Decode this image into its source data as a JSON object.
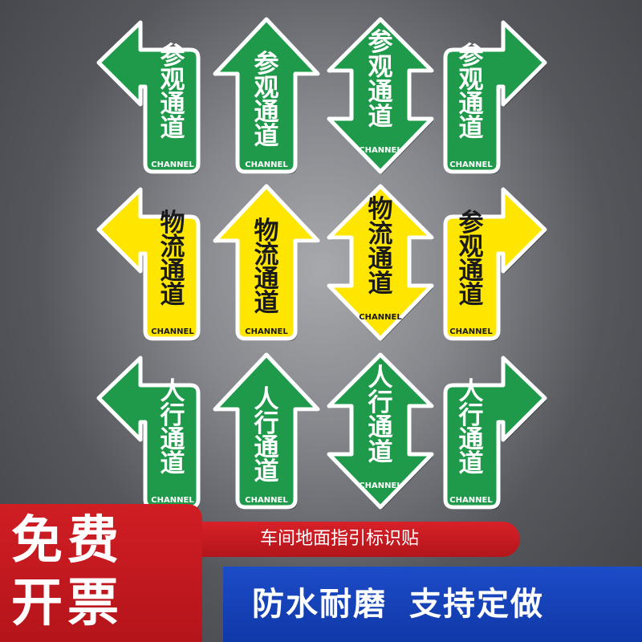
{
  "colors": {
    "green_fill": "#1e9a4a",
    "green_border": "#ffffff",
    "green_text": "#ffffff",
    "yellow_fill": "#ffe600",
    "yellow_border": "#ffffff",
    "yellow_text": "#1a1a1a",
    "badge_red": "#cf1e24",
    "bar_red": "#d82128",
    "bar_blue": "#1d4cc8"
  },
  "signs": [
    {
      "shape": "left-arrow",
      "color": "green",
      "chars": [
        "参",
        "观",
        "通",
        "道"
      ],
      "english": "CHANNEL"
    },
    {
      "shape": "up-arrow",
      "color": "green",
      "chars": [
        "参",
        "观",
        "通",
        "道"
      ],
      "english": "CHANNEL"
    },
    {
      "shape": "double-arrow",
      "color": "green",
      "chars": [
        "参",
        "观",
        "通",
        "道"
      ],
      "english": "CHANNEL"
    },
    {
      "shape": "right-arrow",
      "color": "green",
      "chars": [
        "参",
        "观",
        "通",
        "道"
      ],
      "english": "CHANNEL"
    },
    {
      "shape": "left-arrow",
      "color": "yellow",
      "chars": [
        "物",
        "流",
        "通",
        "道"
      ],
      "english": "CHANNEL"
    },
    {
      "shape": "up-arrow",
      "color": "yellow",
      "chars": [
        "物",
        "流",
        "通",
        "道"
      ],
      "english": "CHANNEL"
    },
    {
      "shape": "double-arrow",
      "color": "yellow",
      "chars": [
        "物",
        "流",
        "通",
        "道"
      ],
      "english": "CHANNEL"
    },
    {
      "shape": "right-arrow",
      "color": "yellow",
      "chars": [
        "参",
        "观",
        "通",
        "道"
      ],
      "english": "CHANNEL"
    },
    {
      "shape": "left-arrow",
      "color": "green",
      "chars": [
        "人",
        "行",
        "通",
        "道"
      ],
      "english": "CHANNEL"
    },
    {
      "shape": "up-arrow",
      "color": "green",
      "chars": [
        "人",
        "行",
        "通",
        "道"
      ],
      "english": "CHANNEL"
    },
    {
      "shape": "double-arrow",
      "color": "green",
      "chars": [
        "人",
        "行",
        "通",
        "道"
      ],
      "english": "CHANNEL"
    },
    {
      "shape": "right-arrow",
      "color": "green",
      "chars": [
        "人",
        "行",
        "通",
        "道"
      ],
      "english": "CHANNEL"
    }
  ],
  "footer": {
    "badge_line1": "免费",
    "badge_line2": "开票",
    "red_bar_text": "车间地面指引标识贴",
    "blue_bar_part1": "防水耐磨",
    "blue_bar_part2": "支持定做"
  }
}
